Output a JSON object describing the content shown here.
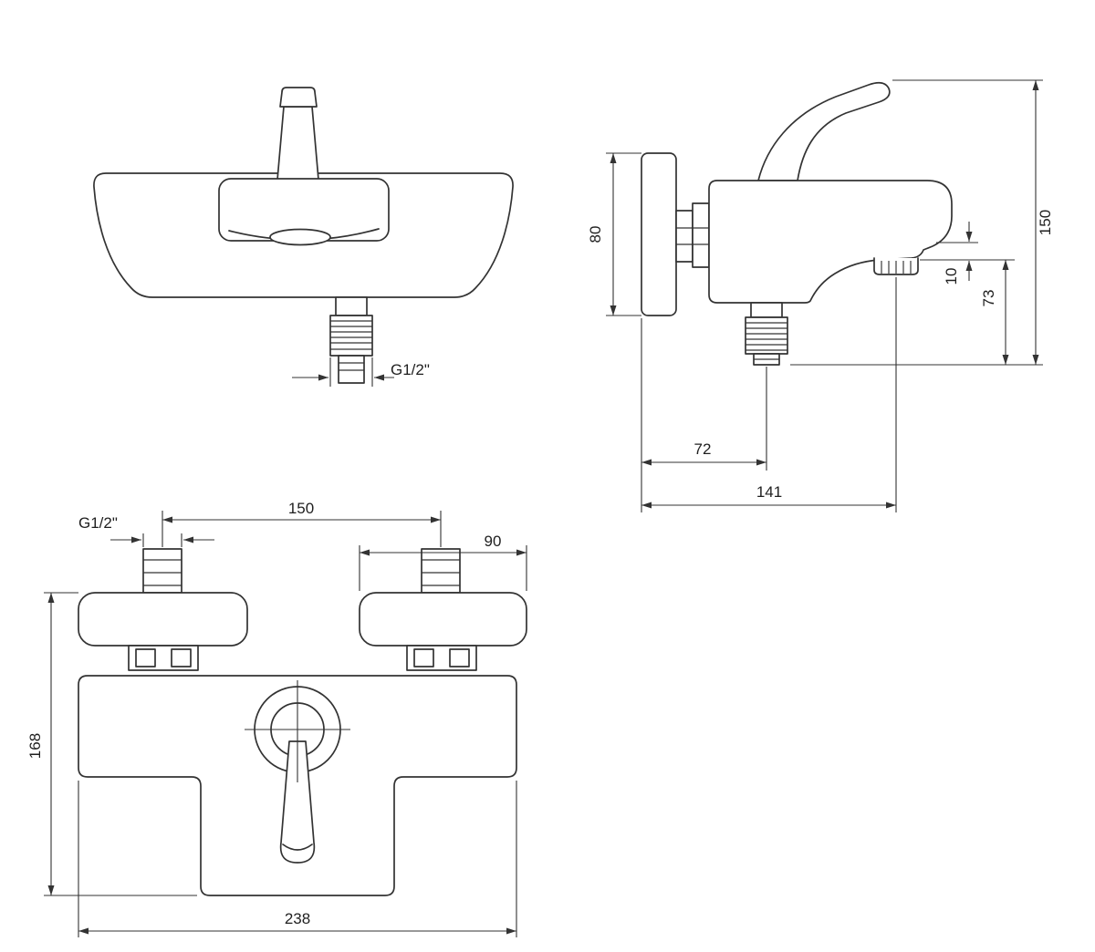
{
  "drawing": {
    "background": "#ffffff",
    "line_color": "#333333"
  },
  "views": {
    "front": {
      "dims": {
        "thread": "G1/2\""
      }
    },
    "side": {
      "dims": {
        "plate_height": "80",
        "overall_height": "150",
        "spout_drop": "10",
        "spout_to_outlet_bottom": "73",
        "wall_to_outlet": "72",
        "wall_to_spout_tip": "141"
      }
    },
    "bottom": {
      "dims": {
        "thread": "G1/2\"",
        "inlet_spacing": "150",
        "flange_width": "90",
        "body_depth": "168",
        "overall_width": "238"
      }
    }
  }
}
